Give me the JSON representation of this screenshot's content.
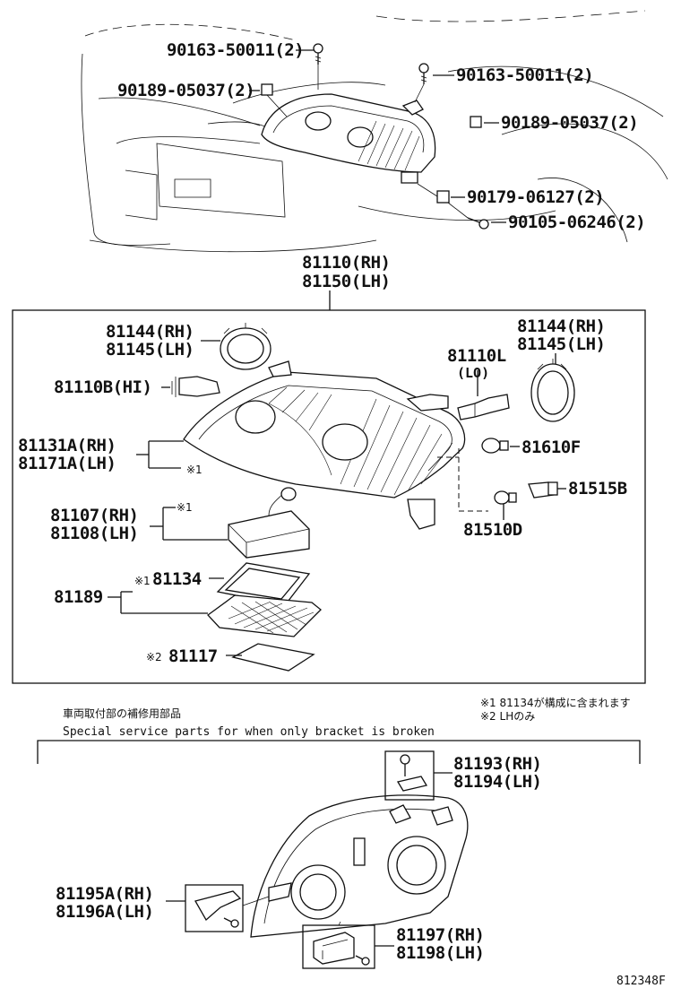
{
  "top": {
    "labels": [
      "90163-50011(2)",
      "90189-05037(2)",
      "90163-50011(2)",
      "90189-05037(2)",
      "90179-06127(2)",
      "90105-06246(2)"
    ]
  },
  "assembly": {
    "rh": "81110(RH)",
    "lh": "81150(LH)"
  },
  "box": {
    "ring_left_rh": "81144(RH)",
    "ring_left_lh": "81145(LH)",
    "bulb_hi": "81110B(HI)",
    "bulb_lo_no": "81110L",
    "bulb_lo_tag": "(LO)",
    "ring_right_rh": "81144(RH)",
    "ring_right_lh": "81145(LH)",
    "lens_rh": "81131A(RH)",
    "lens_lh": "81171A(LH)",
    "note_mark_1": "※1",
    "side_bulb": "81610F",
    "socket": "81515B",
    "socket_bulb": "81510D",
    "ballast_rh": "81107(RH)",
    "ballast_lh": "81108(LH)",
    "ballast_mark": "※1",
    "gasket_set": "81189",
    "gasket_mark": "※1",
    "gasket": "81134",
    "plate_mark": "※2",
    "plate": "81117"
  },
  "notes": {
    "note1": "※1 81134が構成に含まれます",
    "note2": "※2 LHのみ",
    "jp_title": "車両取付部の補修用部品",
    "en_title": "Special service parts for when only bracket is broken"
  },
  "lower": {
    "bracket_top_rh": "81193(RH)",
    "bracket_top_lh": "81194(LH)",
    "bracket_left_rh": "81195A(RH)",
    "bracket_left_lh": "81196A(LH)",
    "bracket_bottom_rh": "81197(RH)",
    "bracket_bottom_lh": "81198(LH)"
  },
  "footer": {
    "code": "812348F"
  }
}
